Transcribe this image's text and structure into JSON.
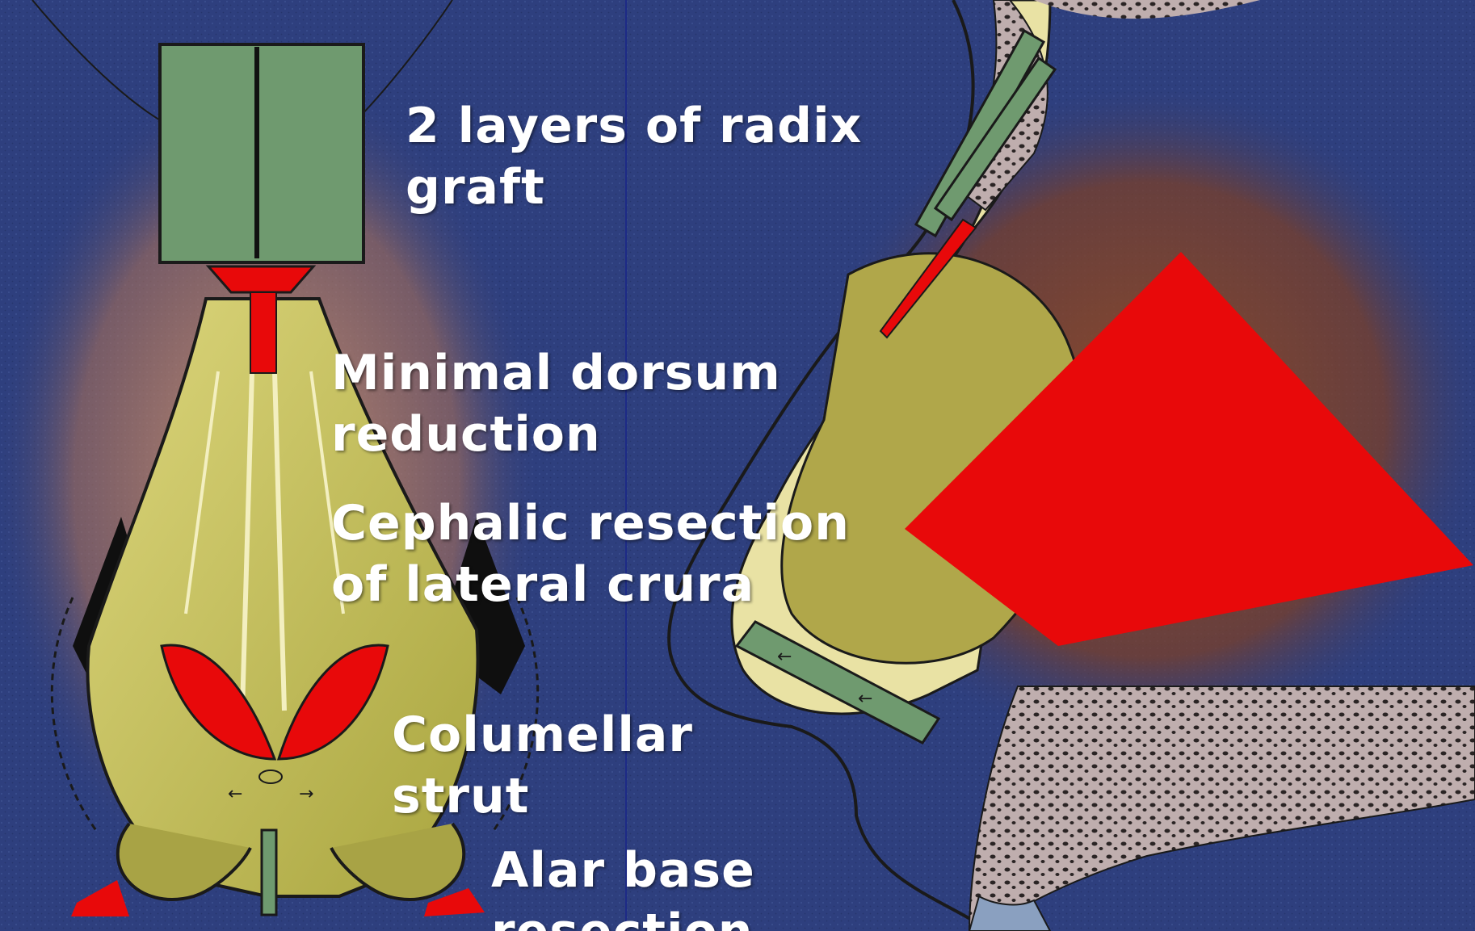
{
  "labels": {
    "radix": {
      "line1": "2 layers of radix",
      "line2": "graft"
    },
    "dorsum": {
      "line1": "Minimal dorsum",
      "line2": "reduction"
    },
    "cephalic": {
      "line1": "Cephalic resection",
      "line2": "of lateral crura"
    },
    "columellar": {
      "line1": "Columellar",
      "line2": "strut"
    },
    "alar": {
      "line1": "Alar base",
      "line2": "resection"
    }
  },
  "colors": {
    "background": "#2e3f7e",
    "cartilage": "#c8c25a",
    "graft": "#6f9a6f",
    "resection": "#e8090a",
    "skin": "#b88a6a",
    "bone": "#b9a8a8",
    "text": "#ffffff"
  }
}
